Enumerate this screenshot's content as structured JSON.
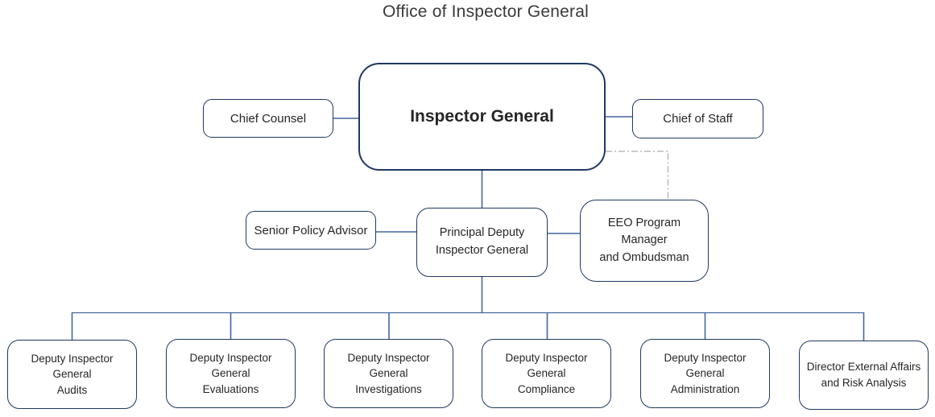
{
  "title": "Office of Inspector General",
  "colors": {
    "box_border": "#1f3864",
    "connector": "#44669e",
    "dashed_connector": "#ababab",
    "text": "#262626",
    "background": "#ffffff"
  },
  "nodes": {
    "inspector_general": {
      "label": "Inspector General"
    },
    "chief_counsel": {
      "label": "Chief Counsel"
    },
    "chief_of_staff": {
      "label": "Chief of Staff"
    },
    "senior_policy_advisor": {
      "label": "Senior Policy Advisor"
    },
    "principal_deputy_ig": {
      "label": "Principal Deputy\nInspector General"
    },
    "eeo_program_manager": {
      "label": "EEO Program\nManager\nand Ombudsman"
    },
    "dig_audits": {
      "label": "Deputy Inspector\nGeneral\nAudits"
    },
    "dig_evaluations": {
      "label": "Deputy Inspector\nGeneral\nEvaluations"
    },
    "dig_investigations": {
      "label": "Deputy Inspector\nGeneral\nInvestigations"
    },
    "dig_compliance": {
      "label": "Deputy Inspector\nGeneral\nCompliance"
    },
    "dig_administration": {
      "label": "Deputy Inspector\nGeneral\nAdministration"
    },
    "director_external_affairs": {
      "label": "Director External Affairs\nand Risk Analysis"
    }
  }
}
